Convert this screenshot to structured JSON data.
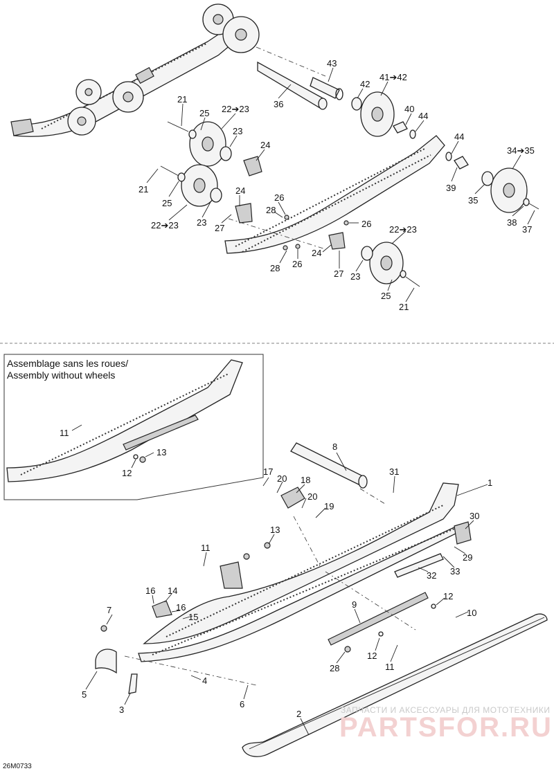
{
  "inset": {
    "title_line1": "Assemblage sans les roues/",
    "title_line2": "Assembly without wheels"
  },
  "drawing_code": "26M0733",
  "watermark": {
    "caption": "ЗАПЧАСТИ И АКСЕССУАРЫ ДЛЯ МОТОТЕХНИКИ",
    "brand": "PARTSFOR.RU"
  },
  "callouts": {
    "c1": "43",
    "c2": "42",
    "c3": "41➔42",
    "c4": "36",
    "c5": "21",
    "c6": "25",
    "c7": "22➔23",
    "c8": "40",
    "c9": "44",
    "c10": "23",
    "c11": "24",
    "c12": "44",
    "c13": "34➔35",
    "c14": "21",
    "c15": "25",
    "c16": "24",
    "c17": "39",
    "c18": "35",
    "c19": "26",
    "c20": "28",
    "c21": "22➔23",
    "c22": "23",
    "c23": "27",
    "c24": "38",
    "c25": "37",
    "c26": "26",
    "c27": "22➔23",
    "c28": "24",
    "c29": "28",
    "c30": "26",
    "c31": "27",
    "c32": "23",
    "c33": "25",
    "c34": "21",
    "i1": "11",
    "i2": "13",
    "i3": "12",
    "b1": "8",
    "b2": "17",
    "b3": "20",
    "b4": "18",
    "b5": "20",
    "b6": "19",
    "b7": "31",
    "b8": "1",
    "b9": "30",
    "b10": "13",
    "b11": "11",
    "b12": "29",
    "b13": "33",
    "b14": "32",
    "b15": "16",
    "b16": "14",
    "b17": "16",
    "b18": "15",
    "b19": "7",
    "b20": "9",
    "b21": "12",
    "b22": "10",
    "b23": "12",
    "b24": "11",
    "b25": "28",
    "b26": "5",
    "b27": "4",
    "b28": "3",
    "b29": "6",
    "b30": "2"
  }
}
